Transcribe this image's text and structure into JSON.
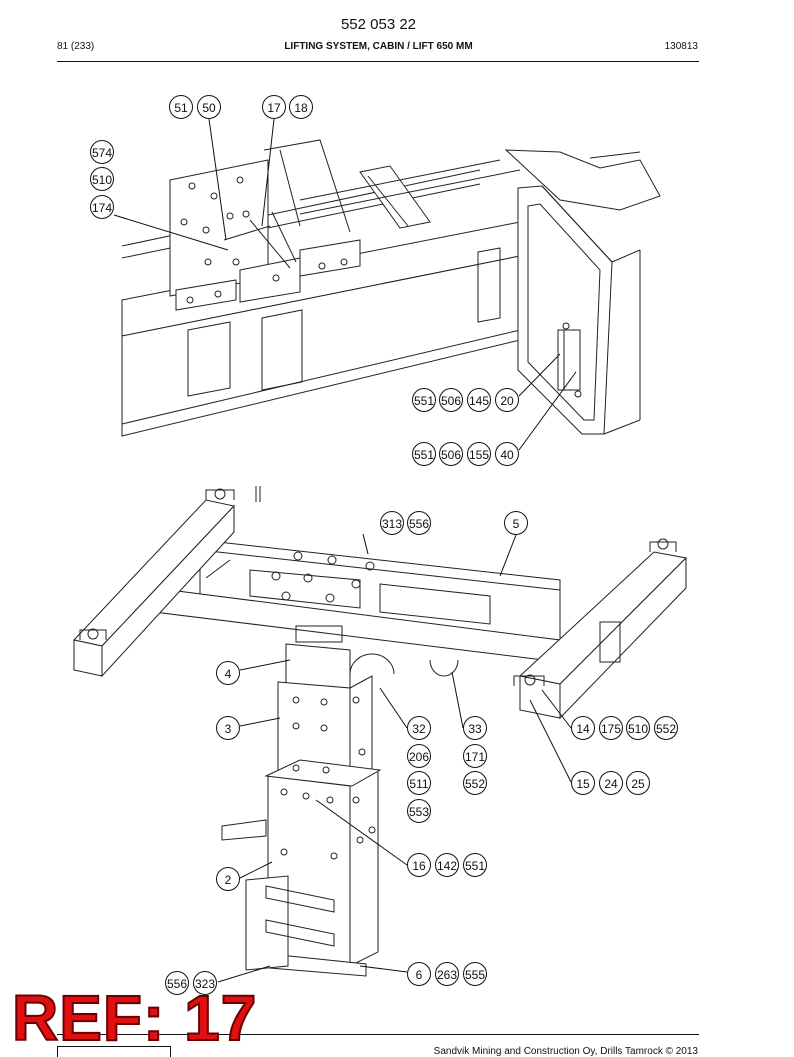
{
  "header": {
    "doc_number": "552 053 22",
    "page": "81 (233)",
    "title": "LIFTING SYSTEM, CABIN / LIFT 650 MM",
    "date_code": "130813"
  },
  "callouts": {
    "c51": "51",
    "c50": "50",
    "c17": "17",
    "c18": "18",
    "c574": "574",
    "c510a": "510",
    "c174": "174",
    "c551a": "551",
    "c506a": "506",
    "c145": "145",
    "c20": "20",
    "c551b": "551",
    "c506b": "506",
    "c155": "155",
    "c40": "40",
    "c313": "313",
    "c556a": "556",
    "c5": "5",
    "c4": "4",
    "c3": "3",
    "c32": "32",
    "c206": "206",
    "c511": "511",
    "c553": "553",
    "c33": "33",
    "c171": "171",
    "c552a": "552",
    "c14": "14",
    "c175": "175",
    "c510b": "510",
    "c552b": "552",
    "c15": "15",
    "c24": "24",
    "c25": "25",
    "c16": "16",
    "c142": "142",
    "c551c": "551",
    "c2": "2",
    "c6": "6",
    "c263": "263",
    "c555": "555",
    "c556b": "556",
    "c323": "323"
  },
  "ref_stamp": "REF: 17",
  "footer": {
    "copyright": "Sandvik Mining and Construction Oy, Drills Tamrock © 2013"
  }
}
